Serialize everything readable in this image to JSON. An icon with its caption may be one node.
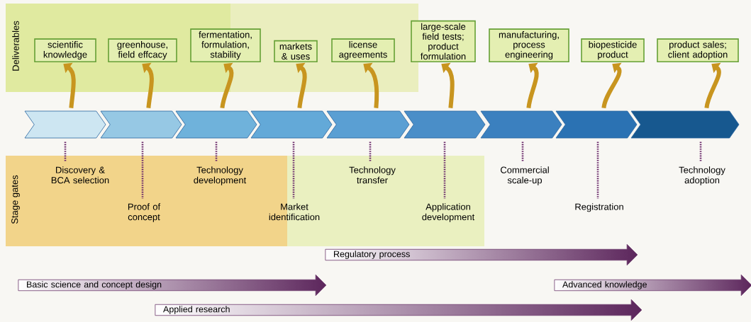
{
  "diagram": {
    "nodes": [
      {
        "text": [
          "scientific knowledge"
        ]
      },
      {
        "text": [
          "greenhouse, field effcacy"
        ]
      },
      {
        "text": [
          "fermentation, formulation, stability"
        ]
      },
      {
        "text": [
          "markets & uses"
        ]
      },
      {
        "text": [
          "license agreements"
        ]
      },
      {
        "text": [
          "large-scale field tests; product formulation"
        ]
      },
      {
        "text": [
          "manufacturing, process engineering"
        ]
      },
      {
        "text": [
          "biopesticide product"
        ]
      },
      {
        "text": [
          "product sales; client adoption"
        ]
      },
      {
        "text": [],
        "shape": "chevron"
      },
      {
        "text": [],
        "shape": "chevron"
      },
      {
        "text": [],
        "shape": "chevron"
      },
      {
        "text": [],
        "shape": "chevron"
      },
      {
        "text": [],
        "shape": "chevron"
      },
      {
        "text": [],
        "shape": "chevron"
      },
      {
        "text": [],
        "shape": "chevron"
      },
      {
        "text": [],
        "shape": "chevron"
      },
      {
        "text": [],
        "shape": "chevron"
      },
      {
        "text": [
          "Discovery & BCA selection"
        ]
      },
      {
        "text": [
          "Proof of concept"
        ]
      },
      {
        "text": [
          "Technology development"
        ]
      },
      {
        "text": [
          "Market identification"
        ]
      },
      {
        "text": [
          "Technology transfer"
        ]
      },
      {
        "text": [
          "Application development"
        ]
      },
      {
        "text": [
          "Commercial scale-up"
        ]
      },
      {
        "text": [
          "Registration"
        ]
      },
      {
        "text": [
          "Technology adoption"
        ]
      },
      {
        "text": [
          "Regulatory process"
        ]
      },
      {
        "text": [
          "Basic science and concept design"
        ]
      },
      {
        "text": [
          "Advanced knowledge"
        ]
      },
      {
        "text": [
          "Applied research"
        ]
      }
    ],
    "edges": [
      {
        "from": 9,
        "to": 0,
        "arrow": "to",
        "style": "thick",
        "color": "#c8951f"
      },
      {
        "from": 10,
        "to": 1,
        "arrow": "to",
        "style": "thick",
        "color": "#c8951f"
      },
      {
        "from": 11,
        "to": 2,
        "arrow": "to",
        "style": "thick",
        "color": "#c8951f"
      },
      {
        "from": 12,
        "to": 3,
        "arrow": "to",
        "style": "thick",
        "color": "#c8951f"
      },
      {
        "from": 13,
        "to": 4,
        "arrow": "to",
        "style": "thick",
        "color": "#c8951f"
      },
      {
        "from": 14,
        "to": 5,
        "arrow": "to",
        "style": "thick",
        "color": "#c8951f"
      },
      {
        "from": 15,
        "to": 6,
        "arrow": "to",
        "style": "thick",
        "color": "#c8951f"
      },
      {
        "from": 16,
        "to": 7,
        "arrow": "to",
        "style": "thick",
        "color": "#c8951f"
      },
      {
        "from": 17,
        "to": 8,
        "arrow": "to",
        "style": "thick",
        "color": "#c8951f"
      },
      {
        "from": 9,
        "to": 18,
        "arrow": "none",
        "style": "dashed",
        "color": "#6b2a6b"
      },
      {
        "from": 10,
        "to": 19,
        "arrow": "none",
        "style": "dashed",
        "color": "#6b2a6b"
      },
      {
        "from": 11,
        "to": 20,
        "arrow": "none",
        "style": "dashed",
        "color": "#6b2a6b"
      },
      {
        "from": 12,
        "to": 21,
        "arrow": "none",
        "style": "dashed",
        "color": "#6b2a6b"
      },
      {
        "from": 13,
        "to": 22,
        "arrow": "none",
        "style": "dashed",
        "color": "#6b2a6b"
      },
      {
        "from": 14,
        "to": 23,
        "arrow": "none",
        "style": "dashed",
        "color": "#6b2a6b"
      },
      {
        "from": 15,
        "to": 24,
        "arrow": "none",
        "style": "dashed",
        "color": "#6b2a6b"
      },
      {
        "from": 16,
        "to": 25,
        "arrow": "none",
        "style": "dashed",
        "color": "#6b2a6b"
      },
      {
        "from": 17,
        "to": 26,
        "arrow": "none",
        "style": "dashed",
        "color": "#6b2a6b"
      }
    ],
    "labels": [
      "Deliverables",
      "Stage gates"
    ]
  }
}
